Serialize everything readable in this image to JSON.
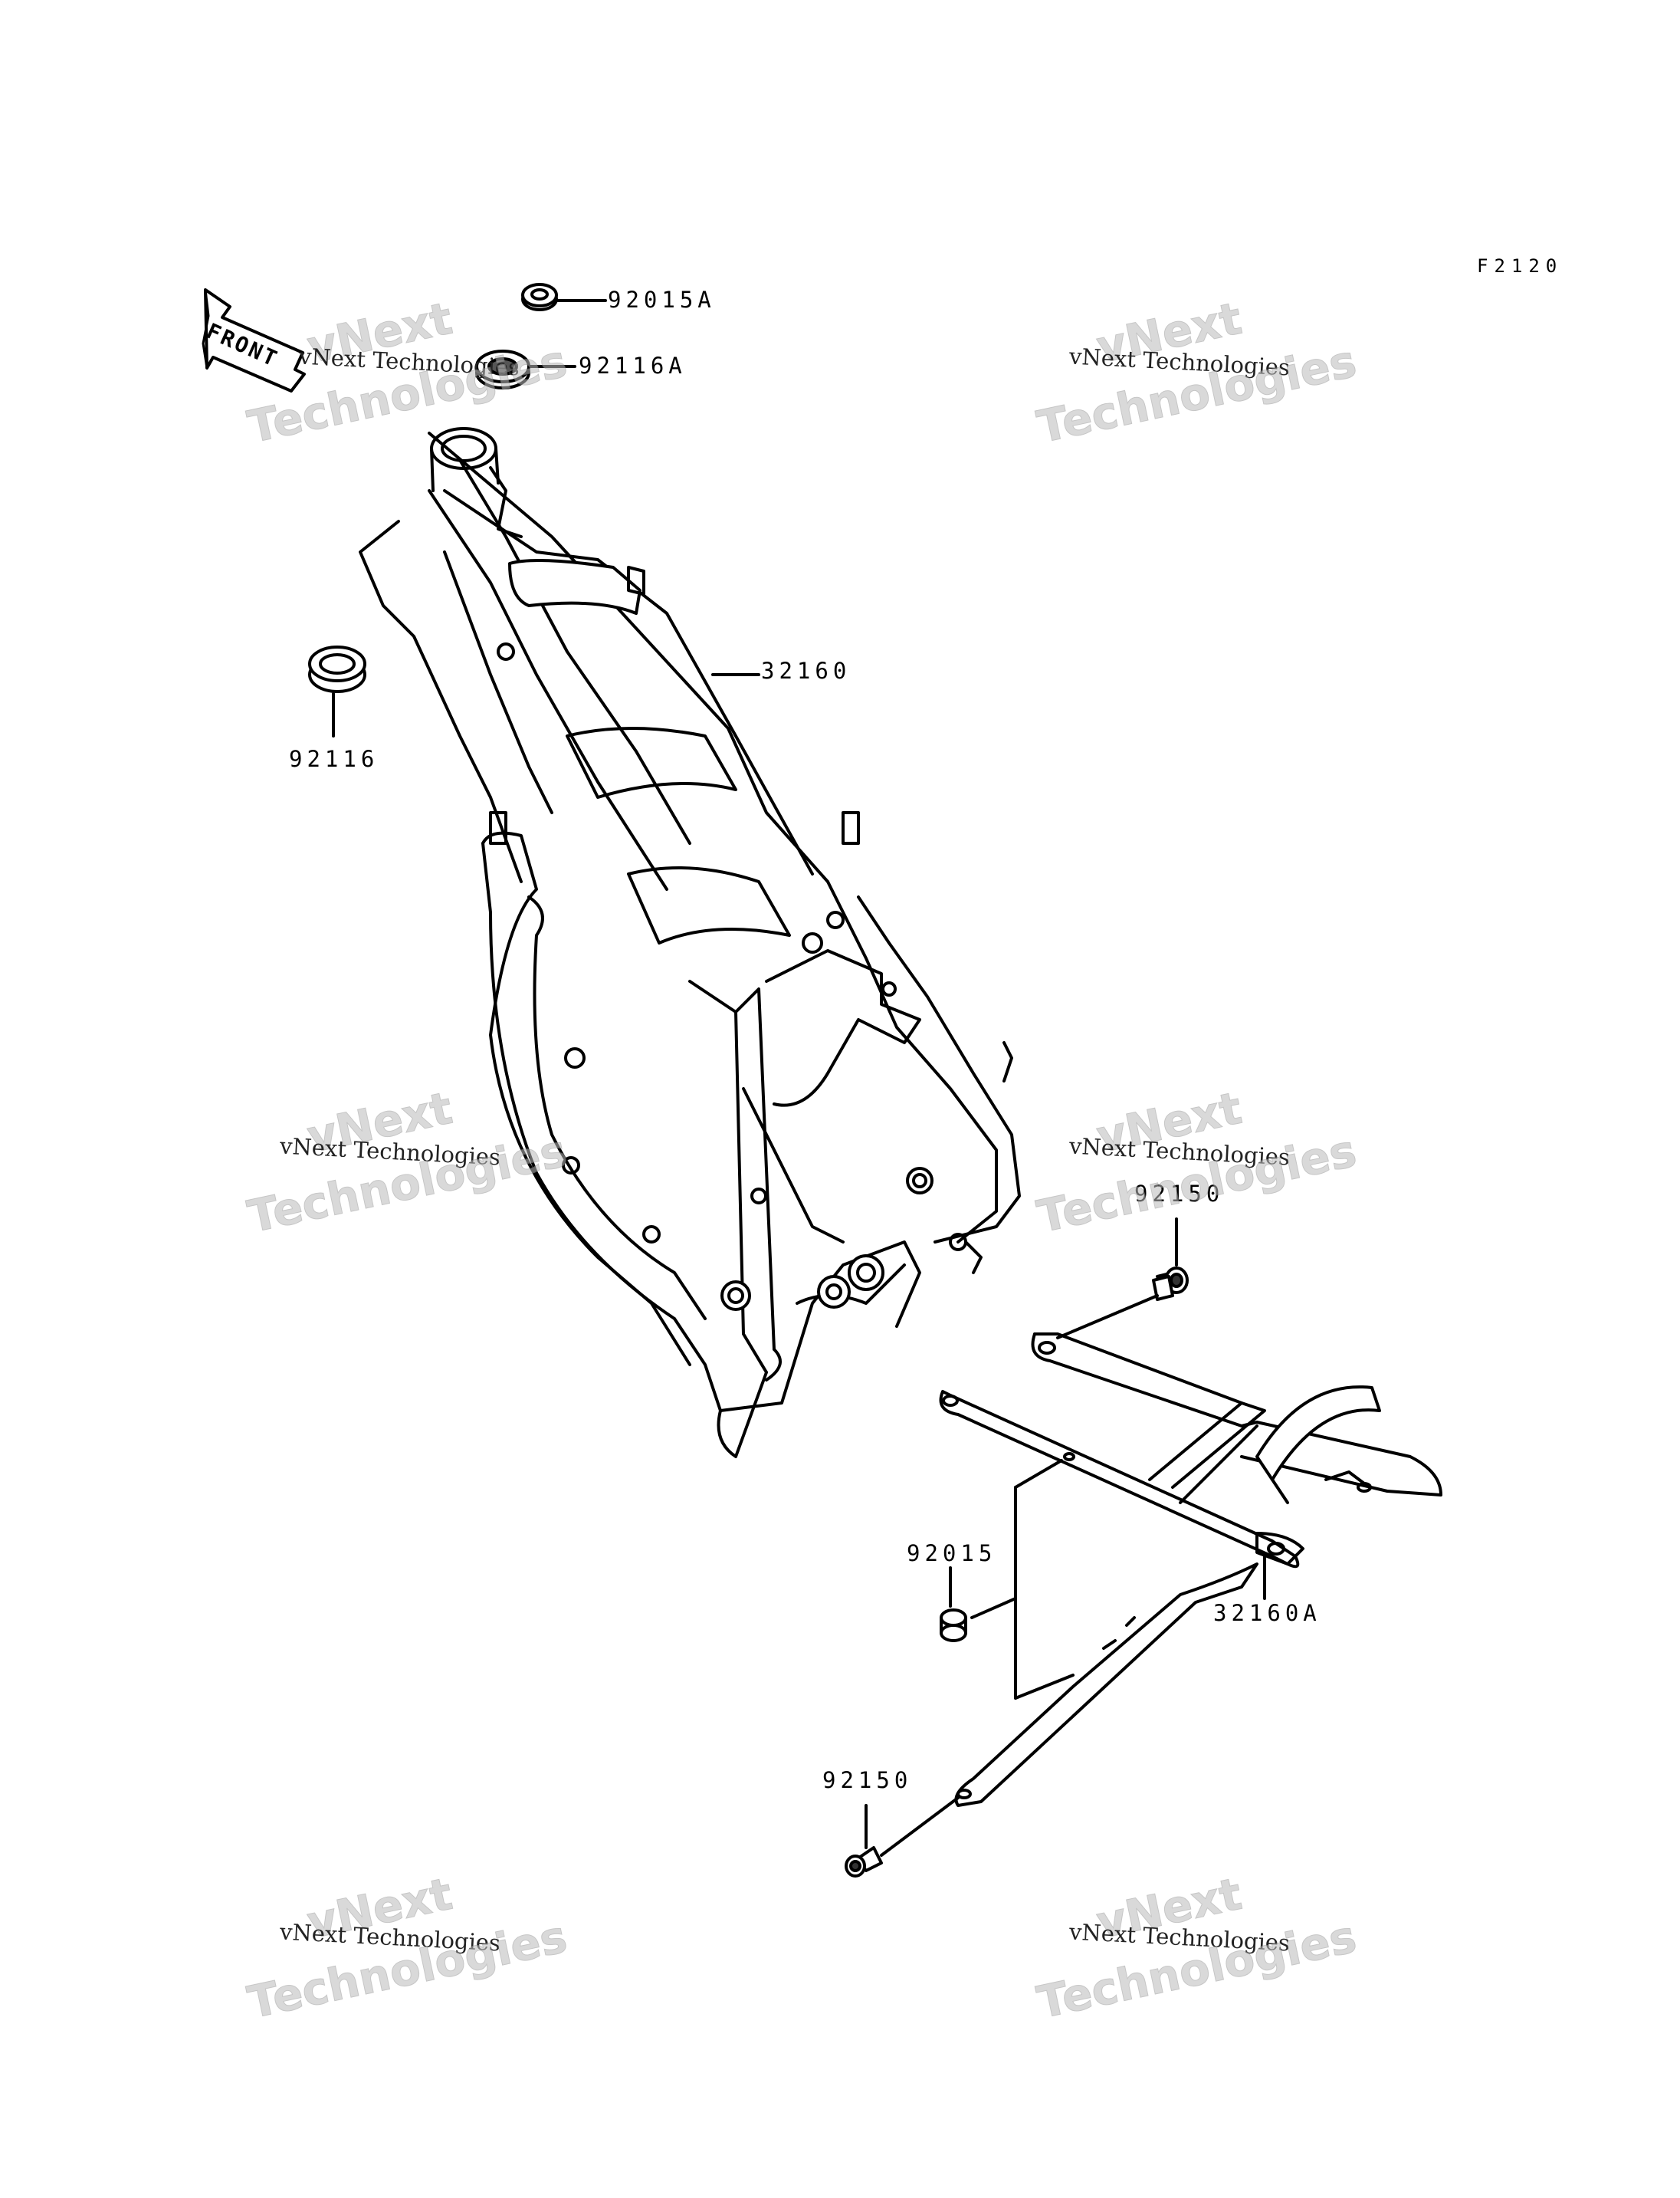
{
  "diagram_code": "F2120",
  "front_label": "FRONT",
  "parts": {
    "p92015A": "92015A",
    "p92116A": "92116A",
    "p32160": "32160",
    "p92116": "92116",
    "p92150_top": "92150",
    "p92015": "92015",
    "p32160A": "32160A",
    "p92150_bottom": "92150"
  },
  "watermark": {
    "line1": "vNext Technologies",
    "big": "vNext",
    "big2": "Technologies"
  }
}
